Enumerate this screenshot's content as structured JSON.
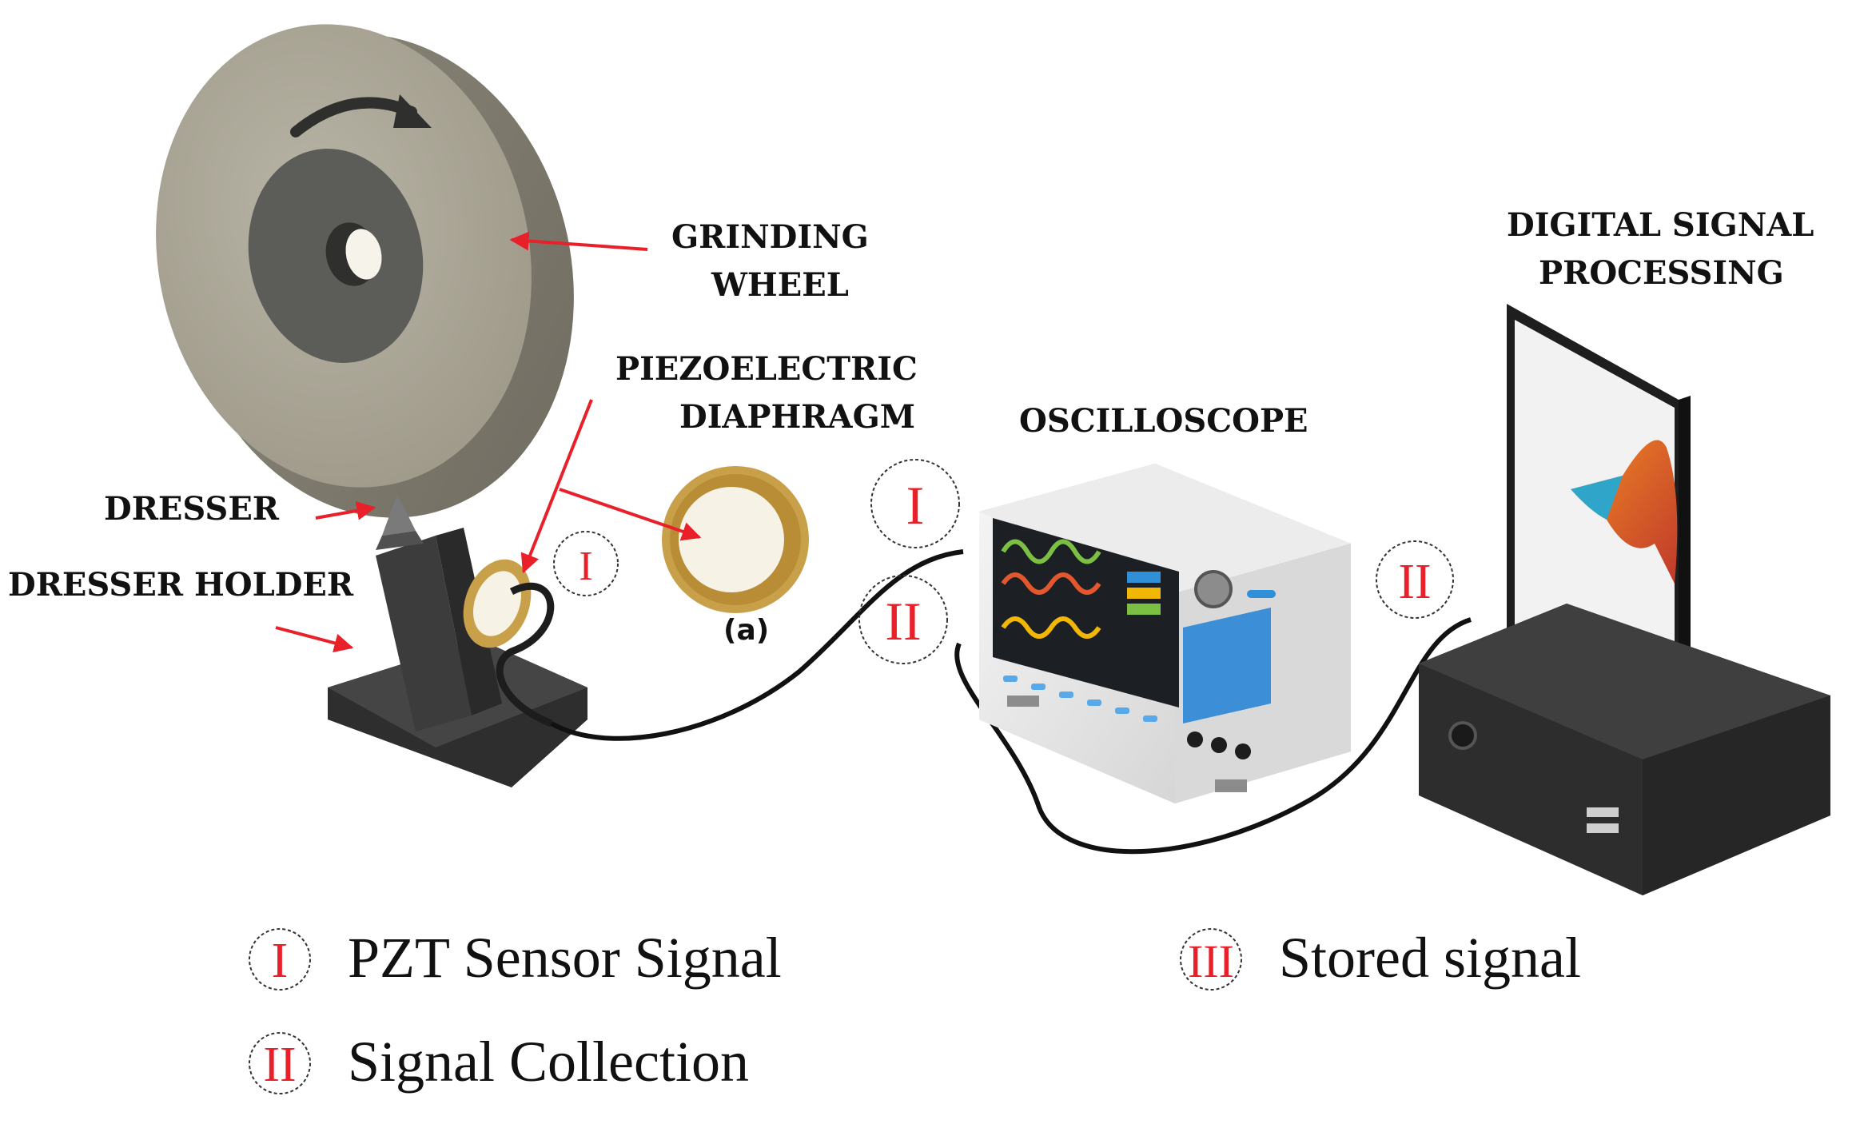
{
  "labels": {
    "grinding_wheel_line1": "GRINDING",
    "grinding_wheel_line2": "WHEEL",
    "piezo_line1": "PIEZOELECTRIC",
    "piezo_line2": "DIAPHRAGM",
    "dresser": "DRESSER",
    "dresser_holder": "DRESSER HOLDER",
    "oscilloscope": "OSCILLOSCOPE",
    "dsp_line1": "DIGITAL SIGNAL",
    "dsp_line2": "PROCESSING",
    "figure_mark": "(a)"
  },
  "markers": {
    "sensor": "I",
    "scope_in": "I",
    "scope_out": "II",
    "computer_in": "II"
  },
  "legend": [
    {
      "numeral": "I",
      "text": "PZT Sensor Signal"
    },
    {
      "numeral": "II",
      "text": "Signal Collection"
    },
    {
      "numeral": "III",
      "text": "Stored signal"
    }
  ],
  "colors": {
    "accent_red": "#e8202a",
    "wheel": "#a8a393",
    "holder": "#3f3f3f",
    "wave_green": "#7bc043",
    "wave_red": "#e4572e",
    "wave_yellow": "#f2b705"
  }
}
